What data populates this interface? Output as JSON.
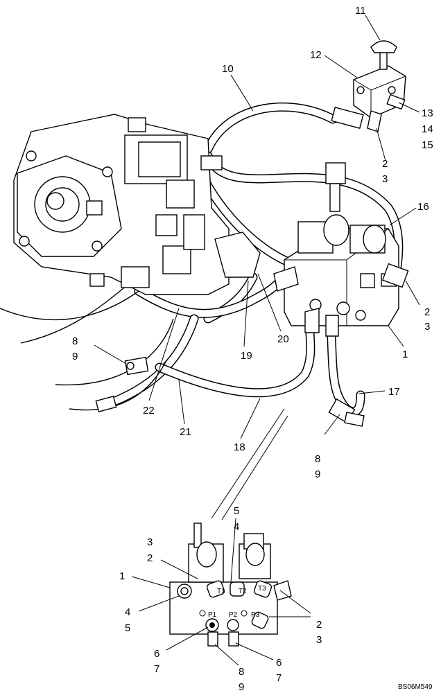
{
  "labels": {
    "l11": "11",
    "l12": "12",
    "l10": "10",
    "l13": "13",
    "l14": "14",
    "l15": "15",
    "l2a": "2",
    "l3a": "3",
    "l16": "16",
    "l2b": "2",
    "l3b": "3",
    "l1a": "1",
    "l8a": "8",
    "l9a": "9",
    "l20": "20",
    "l19": "19",
    "l22": "22",
    "l21": "21",
    "l18": "18",
    "l17": "17",
    "l8b": "8",
    "l9b": "9",
    "l5a": "5",
    "l4a": "4",
    "l3c": "3",
    "l2c": "2",
    "l1b": "1",
    "l4b": "4",
    "l5b": "5",
    "l2d": "2",
    "l3d": "3",
    "l6a": "6",
    "l7a": "7",
    "l8c": "8",
    "l9c": "9",
    "l6b": "6",
    "l7b": "7"
  },
  "port_marks": {
    "t1": "T1",
    "t2": "T2",
    "t3": "T3",
    "p1": "P1",
    "p2": "P2",
    "p3": "P3"
  },
  "drawing_ref": "BS06M549"
}
